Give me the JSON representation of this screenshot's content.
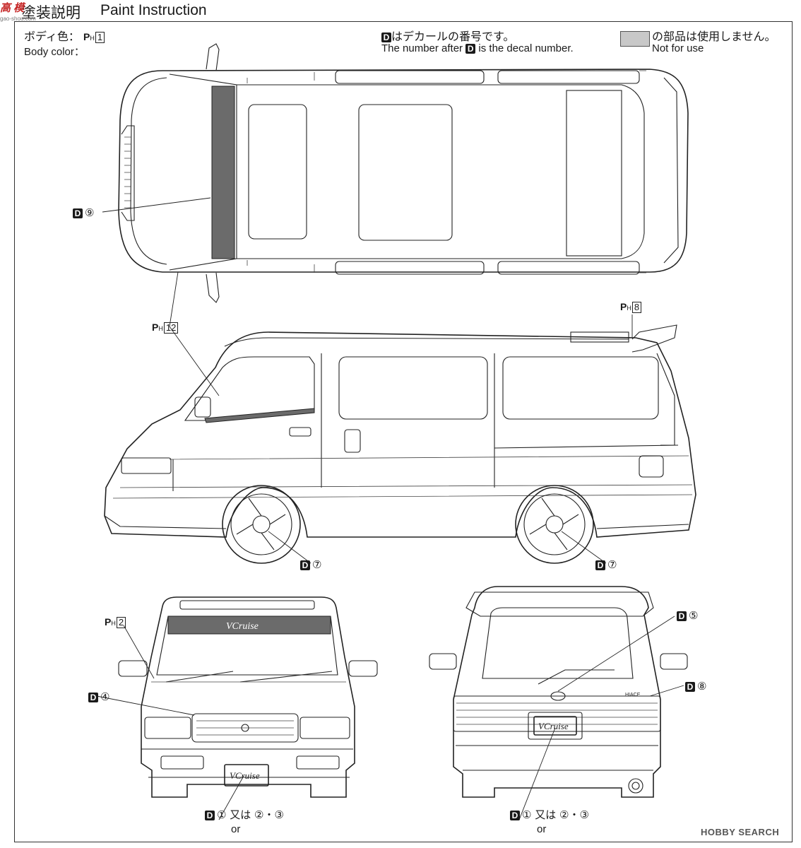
{
  "header": {
    "title_jp": "塗装説明",
    "title_en": "Paint Instruction"
  },
  "body_color": {
    "label_jp": "ボディ色：",
    "label_en": "Body color：",
    "paint_code": "1"
  },
  "decal_note": {
    "jp": "はデカールの番号です。",
    "en_before": "The number after",
    "en_after": "is the decal number."
  },
  "not_for_use": {
    "jp": "の部品は使用しません。",
    "en": "Not for use"
  },
  "decal_symbol": "D",
  "paint_symbol": "P",
  "paint_sub": "H",
  "callouts": {
    "top_windshield": {
      "num": "⑨"
    },
    "side_wheel_front": {
      "num": "⑦"
    },
    "side_wheel_rear": {
      "num": "⑦"
    },
    "front_grille": {
      "num": "④"
    },
    "rear_wiper": {
      "num": "⑤"
    },
    "rear_emblem": {
      "num": "⑧"
    },
    "front_plate": {
      "num": "①",
      "alt": "又は ②・③",
      "or": "or"
    },
    "rear_plate": {
      "num": "①",
      "alt": "又は ②・③",
      "or": "or"
    }
  },
  "paint_callouts": {
    "spoiler": "8",
    "side_pillar": "12",
    "front_pillar": "2"
  },
  "vehicle_text": {
    "brand": "Cruise",
    "brand_initial": "V",
    "rear_badge": "HIACE"
  },
  "watermarks": {
    "top_left_jp": "高 模",
    "top_left_sub": "gao-shou.com",
    "bottom_right": "HOBBY SEARCH"
  },
  "colors": {
    "line": "#222222",
    "not_for_use_grey": "#c8c8c8",
    "decal_dark": "#6b6b6b"
  }
}
